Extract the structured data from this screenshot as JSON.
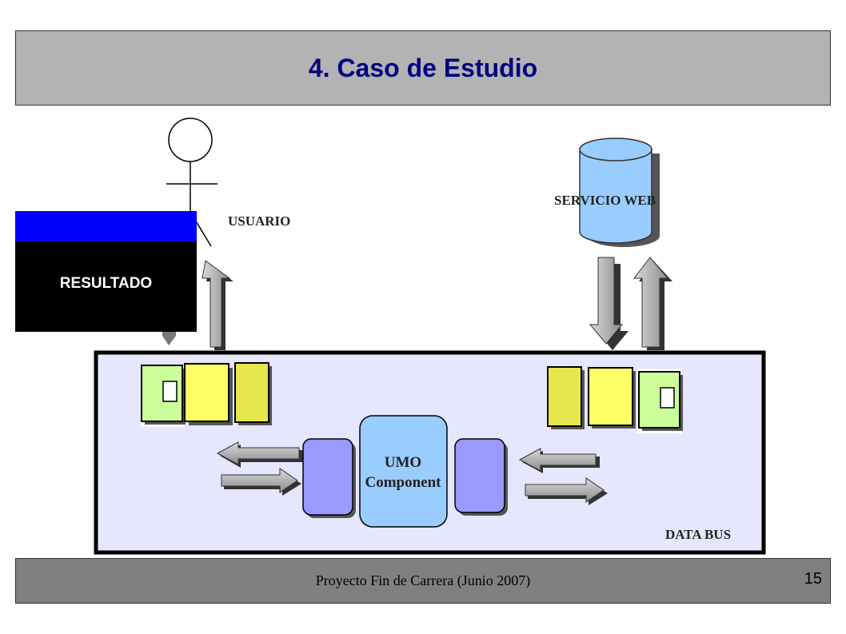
{
  "slide": {
    "title": "4. Caso de Estudio",
    "footer": "Proyecto Fin de Carrera  (Junio 2007)",
    "page_number": "15"
  },
  "diagram": {
    "actor_label": "USUARIO",
    "service_label": "SERVICIO WEB",
    "component_label_line1": "UMO",
    "component_label_line2": "Component",
    "bus_label": "DATA BUS",
    "result_label": "RESULTADO"
  },
  "colors": {
    "title_bar": "#b3b3b3",
    "title_text": "#000080",
    "footer_bar": "#808080",
    "bus_fill": "#e6e6ff",
    "database_fill": "#99ccff",
    "component_fill": "#99ccff",
    "endpoint_fill": "#9999ff",
    "message_yellow": "#ffff66",
    "message_olive": "#e6e64d",
    "message_green": "#ccff99",
    "arrow_fill": "#b3b3b3",
    "result_top": "#0000ff",
    "result_body": "#000000"
  }
}
